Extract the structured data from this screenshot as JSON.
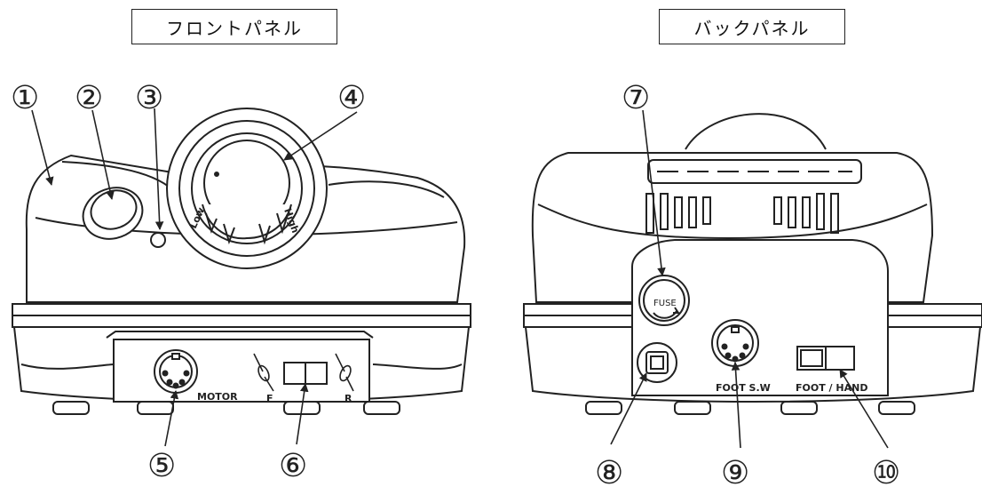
{
  "front_panel": {
    "title": "フロントパネル",
    "callouts": [
      "①",
      "②",
      "③",
      "④",
      "⑤",
      "⑥"
    ],
    "dial_low": "Low",
    "dial_high": "High",
    "motor_label": "MOTOR",
    "forward_label": "F",
    "reverse_label": "R"
  },
  "back_panel": {
    "title": "バックパネル",
    "callouts": [
      "⑦",
      "⑧",
      "⑨",
      "⑩"
    ],
    "fuse_label": "FUSE",
    "foot_sw_label": "FOOT S.W",
    "foot_hand_label": "FOOT / HAND"
  }
}
